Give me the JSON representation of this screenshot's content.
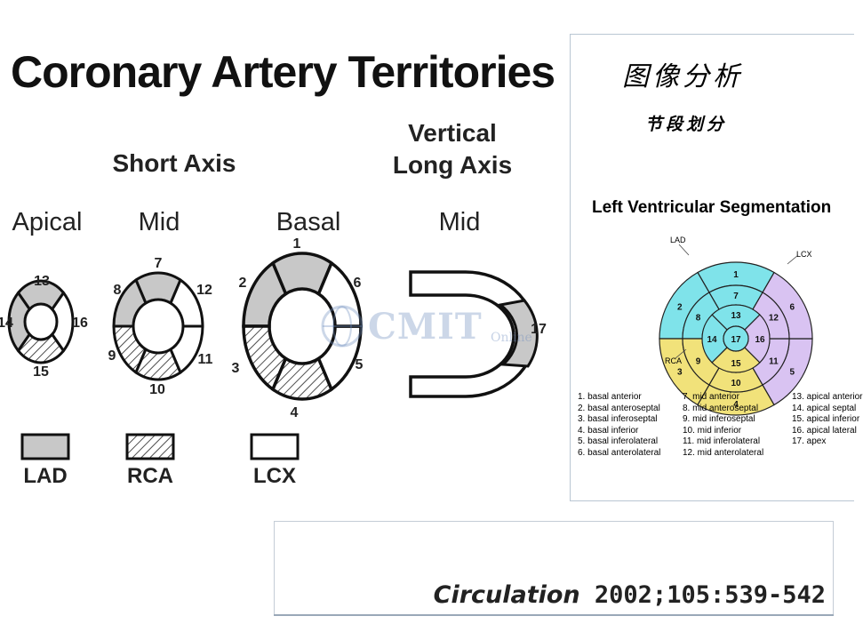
{
  "title": "Coronary Artery Territories",
  "headers": {
    "short_axis": "Short Axis",
    "vertical_long_axis_line1": "Vertical",
    "vertical_long_axis_line2": "Long Axis"
  },
  "slices": {
    "apical": "Apical",
    "mid": "Mid",
    "basal": "Basal",
    "vla_mid": "Mid"
  },
  "segment_numbers": {
    "s1": "1",
    "s2": "2",
    "s3": "3",
    "s4": "4",
    "s5": "5",
    "s6": "6",
    "s7": "7",
    "s8": "8",
    "s9": "9",
    "s10": "10",
    "s11": "11",
    "s12": "12",
    "s13": "13",
    "s14": "14",
    "s15": "15",
    "s16": "16",
    "s17": "17"
  },
  "legend": {
    "lad": "LAD",
    "rca": "RCA",
    "lcx": "LCX"
  },
  "colors": {
    "lad_fill": "#c8c8c8",
    "lcx_fill": "#ffffff",
    "bull_lad": "#7fe3ea",
    "bull_rca": "#f1e27a",
    "bull_lcx": "#d9c3f2"
  },
  "panel": {
    "cn_title": "图像分析",
    "cn_subtitle": "节段划分",
    "lv_title": "Left Ventricular Segmentation",
    "labels": {
      "lad": "LAD",
      "lcx": "LCX",
      "rca": "RCA"
    },
    "segments_col1": [
      "1. basal anterior",
      "2. basal anteroseptal",
      "3. basal inferoseptal",
      "4. basal inferior",
      "5. basal inferolateral",
      "6. basal anterolateral"
    ],
    "segments_col2": [
      "7. mid anterior",
      "8. mid anteroseptal",
      "9. mid inferoseptal",
      "10. mid inferior",
      "11. mid inferolateral",
      "12. mid anterolateral"
    ],
    "segments_col3": [
      "13. apical anterior",
      "14. apical septal",
      "15. apical inferior",
      "16. apical lateral",
      "17. apex"
    ]
  },
  "watermark": {
    "text": "CMIT",
    "sub": "Online"
  },
  "citation": {
    "journal": "Circulation",
    "ref": " 2002;105:539-542"
  }
}
